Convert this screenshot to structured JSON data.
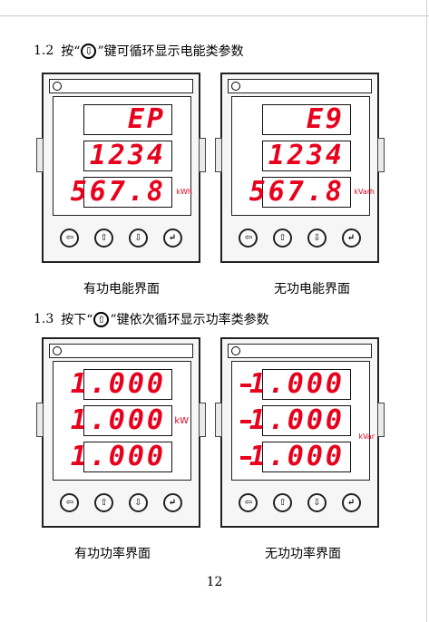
{
  "sections": [
    {
      "number": "1.2",
      "text_before": "按“",
      "text_after": "”键可循环显示电能类参数",
      "key_icon": "down-arrow-icon",
      "key_glyph": "⇩"
    },
    {
      "number": "1.3",
      "text_before": "按下“",
      "text_after": "”键依次循环显示功率类参数",
      "key_icon": "up-arrow-icon",
      "key_glyph": "⇧"
    }
  ],
  "meters": [
    {
      "rows": [
        "EP",
        "1234",
        "567.8"
      ],
      "unit": "kWh",
      "caption": "有功电能界面",
      "minus": false
    },
    {
      "rows": [
        "E9",
        "1234",
        "567.8"
      ],
      "unit": "kVarh",
      "caption": "无功电能界面",
      "minus": false
    },
    {
      "rows": [
        "1.000",
        "1.000",
        "1.000"
      ],
      "unit": "kW",
      "caption": "有功功率界面",
      "minus": false
    },
    {
      "rows": [
        "1.000",
        "1.000",
        "1.000"
      ],
      "unit": "kVar",
      "caption": "无功功率界面",
      "minus": true
    }
  ],
  "buttons": [
    {
      "name": "left-arrow-icon",
      "glyph": "⇦"
    },
    {
      "name": "up-arrow-icon",
      "glyph": "⇧"
    },
    {
      "name": "down-arrow-icon",
      "glyph": "⇩"
    },
    {
      "name": "enter-icon",
      "glyph": "↵"
    }
  ],
  "page_number": "12",
  "colors": {
    "lcd_red": "#e8001c"
  }
}
